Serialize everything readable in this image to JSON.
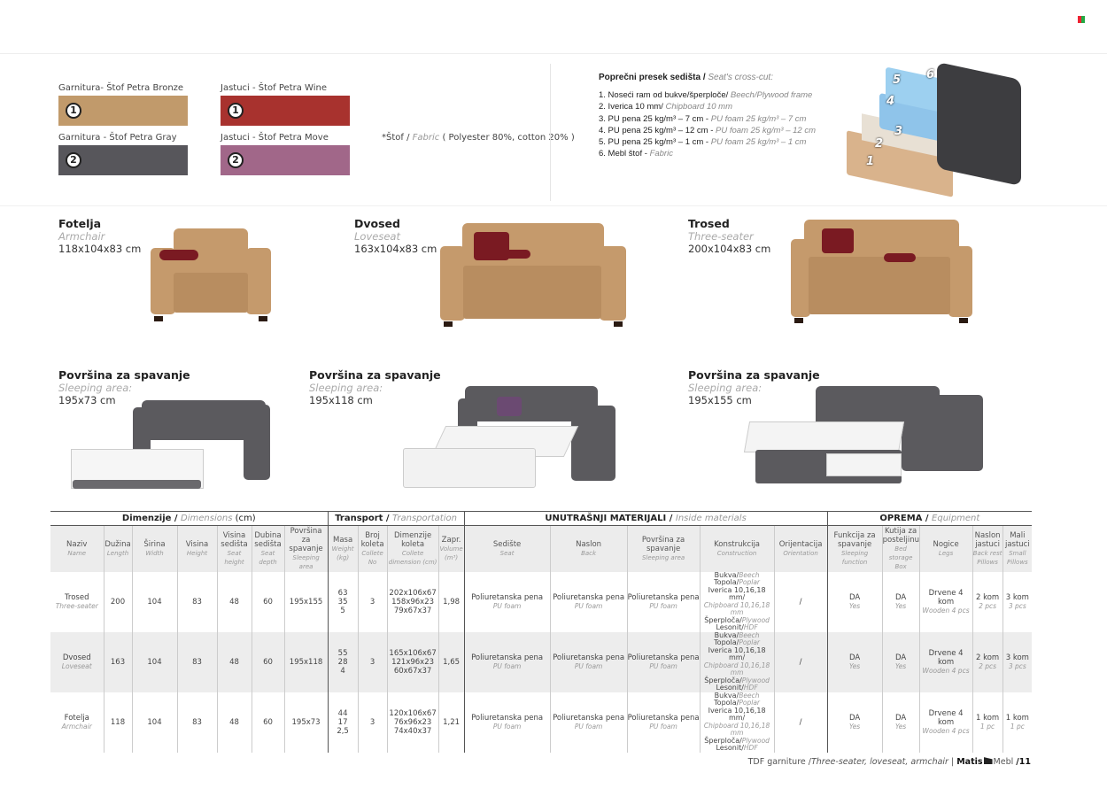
{
  "swatches": [
    {
      "label": "Garnitura- Štof Petra Bronze",
      "num": "1",
      "color": "#c19a6b"
    },
    {
      "label": "Garnitura - Štof Petra Gray",
      "num": "2",
      "color": "#57565b"
    },
    {
      "label": "Jastuci - Štof  Petra Wine",
      "num": "1",
      "color": "#a8322e"
    },
    {
      "label": "Jastuci - Štof  Petra Move",
      "num": "2",
      "color": "#a16789"
    }
  ],
  "fabric_note": {
    "prefix": "*Štof / ",
    "italic": "Fabric",
    "suffix": " ( Polyester 80%, cotton 20% )"
  },
  "cross_section": {
    "title": "Poprečni presek sedišta / ",
    "title_en": "Seat's cross-cut:",
    "items": [
      {
        "sr": "1. Noseći ram od bukve/šperploče/ ",
        "en": "Beech/Plywood frame"
      },
      {
        "sr": "2. Iverica 10 mm/ ",
        "en": "Chipboard 10 mm"
      },
      {
        "sr": "3. PU pena 25 kg/m³ – 7 cm - ",
        "en": "PU foam 25 kg/m³ – 7 cm"
      },
      {
        "sr": "4. PU pena 25 kg/m³ – 12 cm - ",
        "en": "PU foam 25 kg/m³ – 12 cm"
      },
      {
        "sr": "5. PU pena 25 kg/m³ – 1 cm - ",
        "en": "PU foam 25 kg/m³ – 1 cm"
      },
      {
        "sr": "6. Mebl štof - ",
        "en": "Fabric"
      }
    ],
    "layer_labels": [
      "1",
      "2",
      "3",
      "4",
      "5",
      "6"
    ]
  },
  "products": [
    {
      "title": "Fotelja",
      "sub": "Armchair",
      "dim": "118x104x83 cm"
    },
    {
      "title": "Dvosed",
      "sub": "Loveseat",
      "dim": "163x104x83 cm"
    },
    {
      "title": "Trosed",
      "sub": "Three-seater",
      "dim": "200x104x83 cm"
    }
  ],
  "sleeping": [
    {
      "title": "Površina za spavanje",
      "sub": "Sleeping area:",
      "dim": "195x73 cm"
    },
    {
      "title": "Površina za spavanje",
      "sub": "Sleeping area:",
      "dim": "195x118 cm"
    },
    {
      "title": "Površina za spavanje",
      "sub": "Sleeping area:",
      "dim": "195x155 cm"
    }
  ],
  "table": {
    "groups": [
      {
        "sr": "Dimenzije / ",
        "en": "Dimensions",
        "extra": " (cm)",
        "span": 7
      },
      {
        "sr": "Transport / ",
        "en": "Transportation",
        "extra": "",
        "span": 4
      },
      {
        "sr": "UNUTRAŠNJI MATERIJALI / ",
        "en": "Inside materials",
        "extra": "",
        "span": 5
      },
      {
        "sr": "OPREMA / ",
        "en": "Equipment",
        "extra": "",
        "span": 5
      }
    ],
    "columns": [
      {
        "sr": "Naziv",
        "en": "Name"
      },
      {
        "sr": "Dužina",
        "en": "Length"
      },
      {
        "sr": "Širina",
        "en": "Width"
      },
      {
        "sr": "Visina",
        "en": "Height"
      },
      {
        "sr": "Visina sedišta",
        "en": "Seat height"
      },
      {
        "sr": "Dubina sedišta",
        "en": "Seat depth"
      },
      {
        "sr": "Površina za spavanje",
        "en": "Sleeping area"
      },
      {
        "sr": "Masa",
        "en": "Weight (kg)"
      },
      {
        "sr": "Broj koleta",
        "en": "Collete No"
      },
      {
        "sr": "Dimenzije koleta",
        "en": "Collete dimension (cm)"
      },
      {
        "sr": "Zapr.",
        "en": "Volume (m³)"
      },
      {
        "sr": "Sedište",
        "en": "Seat"
      },
      {
        "sr": "Naslon",
        "en": "Back"
      },
      {
        "sr": "Površina za spavanje",
        "en": "Sleeping area"
      },
      {
        "sr": "Konstrukcija",
        "en": "Construction"
      },
      {
        "sr": "Orijentacija",
        "en": "Orientation"
      },
      {
        "sr": "Funkcija za spavanje",
        "en": "Sleeping function"
      },
      {
        "sr": "Kutija za posteljinu",
        "en": "Bed storage Box"
      },
      {
        "sr": "Nogice",
        "en": "Legs"
      },
      {
        "sr": "Naslon jastuci",
        "en": "Back rest Pillows"
      },
      {
        "sr": "Mali jastuci",
        "en": "Small Pillows"
      }
    ],
    "construction": [
      {
        "sr": "Bukva/",
        "en": "Beech"
      },
      {
        "sr": "Topola/",
        "en": "Poplar"
      },
      {
        "sr": "Iverica 10,16,18 mm/",
        "en": ""
      },
      {
        "sr": "",
        "en": "Chipboard 10,16,18 mm"
      },
      {
        "sr": "Šperploča/",
        "en": "Plywood"
      },
      {
        "sr": "Lesonit/",
        "en": "HDF"
      }
    ],
    "rows": [
      {
        "name": "Trosed",
        "name_en": "Three-seater",
        "length": "200",
        "width": "104",
        "height": "83",
        "seat_h": "48",
        "seat_d": "60",
        "sleep": "195x155",
        "mass": [
          "63",
          "35",
          "5"
        ],
        "colli": "3",
        "colli_dim": [
          "202x106x67",
          "158x96x23",
          "79x67x37"
        ],
        "volume": "1,98",
        "seat": "Poliuretanska pena",
        "seat_en": "PU foam",
        "back": "Poliuretanska pena",
        "back_en": "PU foam",
        "sleep_mat": "Poliuretanska pena",
        "sleep_mat_en": "PU foam",
        "orient": "/",
        "func": "DA",
        "func_en": "Yes",
        "box": "DA",
        "box_en": "Yes",
        "legs": "Drvene 4 kom",
        "legs_en": "Wooden 4 pcs",
        "back_p": "2 kom",
        "back_p_en": "2 pcs",
        "small_p": "3 kom",
        "small_p_en": "3 pcs"
      },
      {
        "name": "Dvosed",
        "name_en": "Loveseat",
        "length": "163",
        "width": "104",
        "height": "83",
        "seat_h": "48",
        "seat_d": "60",
        "sleep": "195x118",
        "mass": [
          "55",
          "28",
          "4"
        ],
        "colli": "3",
        "colli_dim": [
          "165x106x67",
          "121x96x23",
          "60x67x37"
        ],
        "volume": "1,65",
        "seat": "Poliuretanska pena",
        "seat_en": "PU foam",
        "back": "Poliuretanska pena",
        "back_en": "PU foam",
        "sleep_mat": "Poliuretanska pena",
        "sleep_mat_en": "PU foam",
        "orient": "/",
        "func": "DA",
        "func_en": "Yes",
        "box": "DA",
        "box_en": "Yes",
        "legs": "Drvene 4 kom",
        "legs_en": "Wooden 4 pcs",
        "back_p": "2 kom",
        "back_p_en": "2 pcs",
        "small_p": "3 kom",
        "small_p_en": "3 pcs"
      },
      {
        "name": "Fotelja",
        "name_en": "Armchair",
        "length": "118",
        "width": "104",
        "height": "83",
        "seat_h": "48",
        "seat_d": "60",
        "sleep": "195x73",
        "mass": [
          "44",
          "17",
          "2,5"
        ],
        "colli": "3",
        "colli_dim": [
          "120x106x67",
          "76x96x23",
          "74x40x37"
        ],
        "volume": "1,21",
        "seat": "Poliuretanska pena",
        "seat_en": "PU foam",
        "back": "Poliuretanska pena",
        "back_en": "PU foam",
        "sleep_mat": "Poliuretanska pena",
        "sleep_mat_en": "PU foam",
        "orient": "/",
        "func": "DA",
        "func_en": "Yes",
        "box": "DA",
        "box_en": "Yes",
        "legs": "Drvene 4 kom",
        "legs_en": "Wooden 4 pcs",
        "back_p": "1 kom",
        "back_p_en": "1 pc",
        "small_p": "1 kom",
        "small_p_en": "1 pc"
      }
    ]
  },
  "footer": {
    "text": "TDF garniture /",
    "italic": "Three-seater, loveseat, armchair",
    "brand": "Matis",
    "brand2": "Mebl",
    "page": "/11"
  }
}
